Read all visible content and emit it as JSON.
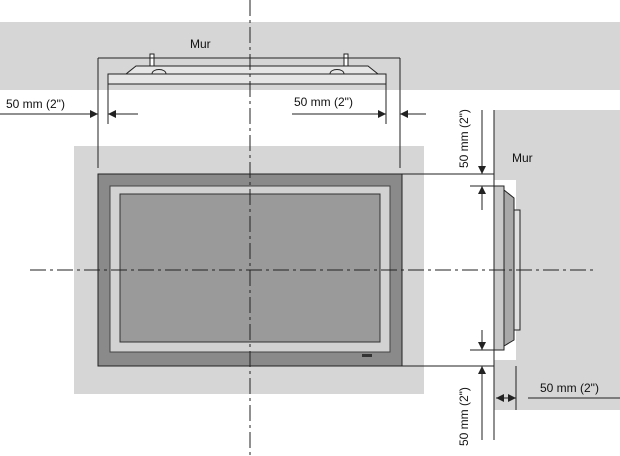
{
  "labels": {
    "wall_top": "Mur",
    "wall_side": "Mur",
    "clear_top_left": "50 mm (2\")",
    "clear_top_right": "50 mm (2\")",
    "clear_right_top": "50 mm (2\")",
    "clear_right_bottom": "50 mm (2\")",
    "clear_bottom_right": "50 mm (2\")"
  },
  "colors": {
    "wall": "#d6d6d6",
    "clearance_zone": "#d6d6d6",
    "bezel": "#8a8a8a",
    "screen": "#9a9a9a",
    "line": "#111111"
  }
}
